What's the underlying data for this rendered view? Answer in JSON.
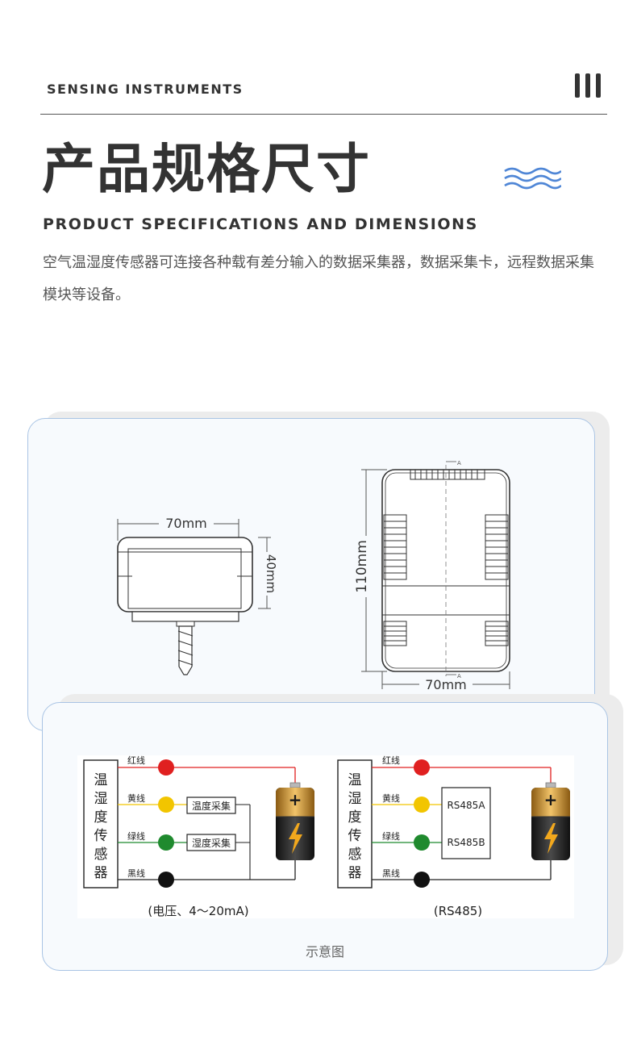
{
  "header": {
    "brand_label": "SENSING INSTRUMENTS",
    "title": "产品规格尺寸",
    "subtitle": "PRODUCT SPECIFICATIONS AND DIMENSIONS",
    "description": "空气温湿度传感器可连接各种载有差分输入的数据采集器，数据采集卡，远程数据采集模块等设备。"
  },
  "dimensions": {
    "side_width": "70mm",
    "side_height": "40mm",
    "front_height": "110mm",
    "front_width": "70mm",
    "section_mark": "A"
  },
  "wiring": {
    "sensor_label_chars": [
      "温",
      "湿",
      "度",
      "传",
      "感",
      "器"
    ],
    "wire_labels": [
      "红线",
      "黄线",
      "绿线",
      "黑线"
    ],
    "left_box_1": "温度采集",
    "left_box_2": "湿度采集",
    "left_caption": "(电压、4～20mA)",
    "right_box_a": "RS485A",
    "right_box_b": "RS485B",
    "right_caption": "(RS485)",
    "battery_symbol": "+",
    "schematic_caption": "示意图"
  },
  "colors": {
    "red_wire": "#e02020",
    "yellow_wire": "#f2c500",
    "green_wire": "#1f8a2e",
    "black_wire": "#111111",
    "card_border": "#a9c4e4",
    "wave_blue": "#4f86d6"
  }
}
